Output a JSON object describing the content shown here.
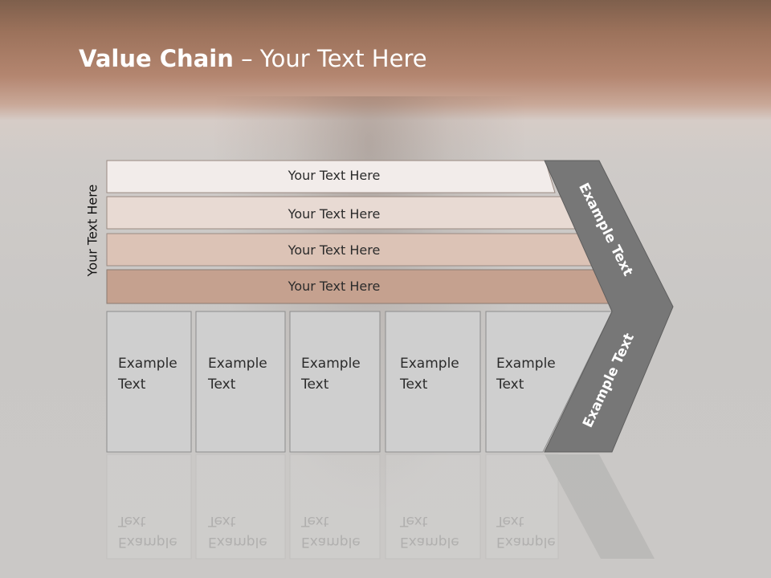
{
  "title": {
    "bold": "Value Chain",
    "rest": " – Your Text Here"
  },
  "side_label": "Your Text Here",
  "rows": [
    {
      "label": "Your Text Here",
      "color": "#f2ecea"
    },
    {
      "label": "Your Text Here",
      "color": "#e8dad3"
    },
    {
      "label": "Your Text Here",
      "color": "#dcc3b6"
    },
    {
      "label": "Your Text Here",
      "color": "#c5a18f"
    }
  ],
  "boxes": [
    {
      "line1": "Example",
      "line2": "Text"
    },
    {
      "line1": "Example",
      "line2": "Text"
    },
    {
      "line1": "Example",
      "line2": "Text"
    },
    {
      "line1": "Example",
      "line2": "Text"
    },
    {
      "line1": "Example",
      "line2": "Text"
    }
  ],
  "chevron": {
    "upper_label": "Example Text",
    "lower_label": "Example Text",
    "color": "#777777"
  }
}
